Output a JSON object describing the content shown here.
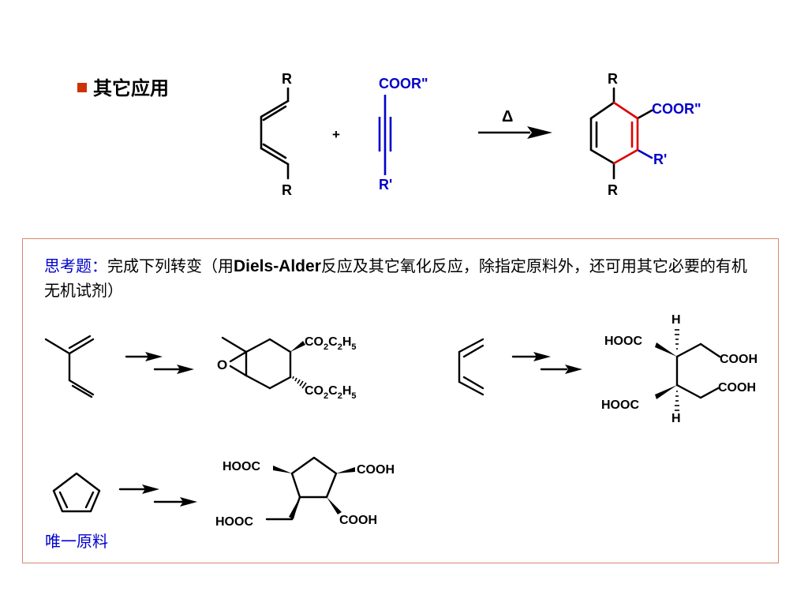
{
  "heading": {
    "bullet_color": "#cc3300",
    "text": "其它应用"
  },
  "reaction": {
    "diene_R_top": "R",
    "diene_R_bottom": "R",
    "plus": "+",
    "alkyne_top": "COOR\"",
    "alkyne_bottom": "R'",
    "condition": "Δ",
    "product_R_top": "R",
    "product_R_bottom": "R",
    "product_ester": "COOR\"",
    "product_sub": "R'",
    "colors": {
      "black": "#000000",
      "blue": "#0000cc",
      "red": "#dd0000"
    }
  },
  "question": {
    "label": "思考题：",
    "text_part1": "完成下列转变（用",
    "text_bold": "Diels-Alder",
    "text_part2": "反应及其它氧化反应，除指定原料外，还可用其它必要的有机无机试剂）",
    "label_color": "#0000cc",
    "box_border_color": "#d8866e"
  },
  "problem1": {
    "ester_top": "CO2C2H5",
    "ester_bottom": "CO2C2H5",
    "epoxide_O": "O"
  },
  "problem2": {
    "H_top": "H",
    "H_bottom": "H",
    "acid_left_top": "HOOC",
    "acid_right_top": "COOH",
    "acid_right_bottom": "COOH",
    "acid_left_bottom": "HOOC"
  },
  "problem3": {
    "acid_top_left": "HOOC",
    "acid_top_right": "COOH",
    "acid_bottom_left": "HOOC",
    "acid_bottom_right": "COOH",
    "only_material_label": "唯一原料",
    "only_material_color": "#0000cc"
  }
}
